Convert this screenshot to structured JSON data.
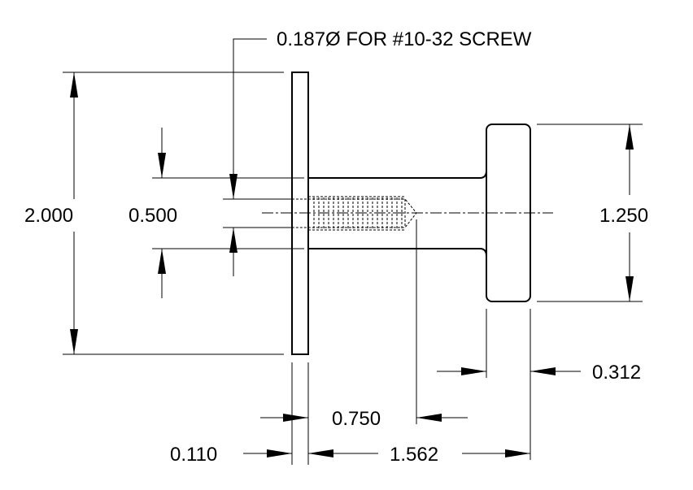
{
  "drawing": {
    "note_hole": "0.187Ø FOR #10-32 SCREW",
    "dim_overall_height": "2.000",
    "dim_shaft_dia": "0.500",
    "dim_head_dia": "1.250",
    "dim_head_width": "0.312",
    "dim_thread_depth": "0.750",
    "dim_plate_thickness": "0.110",
    "dim_shaft_length": "1.562"
  }
}
